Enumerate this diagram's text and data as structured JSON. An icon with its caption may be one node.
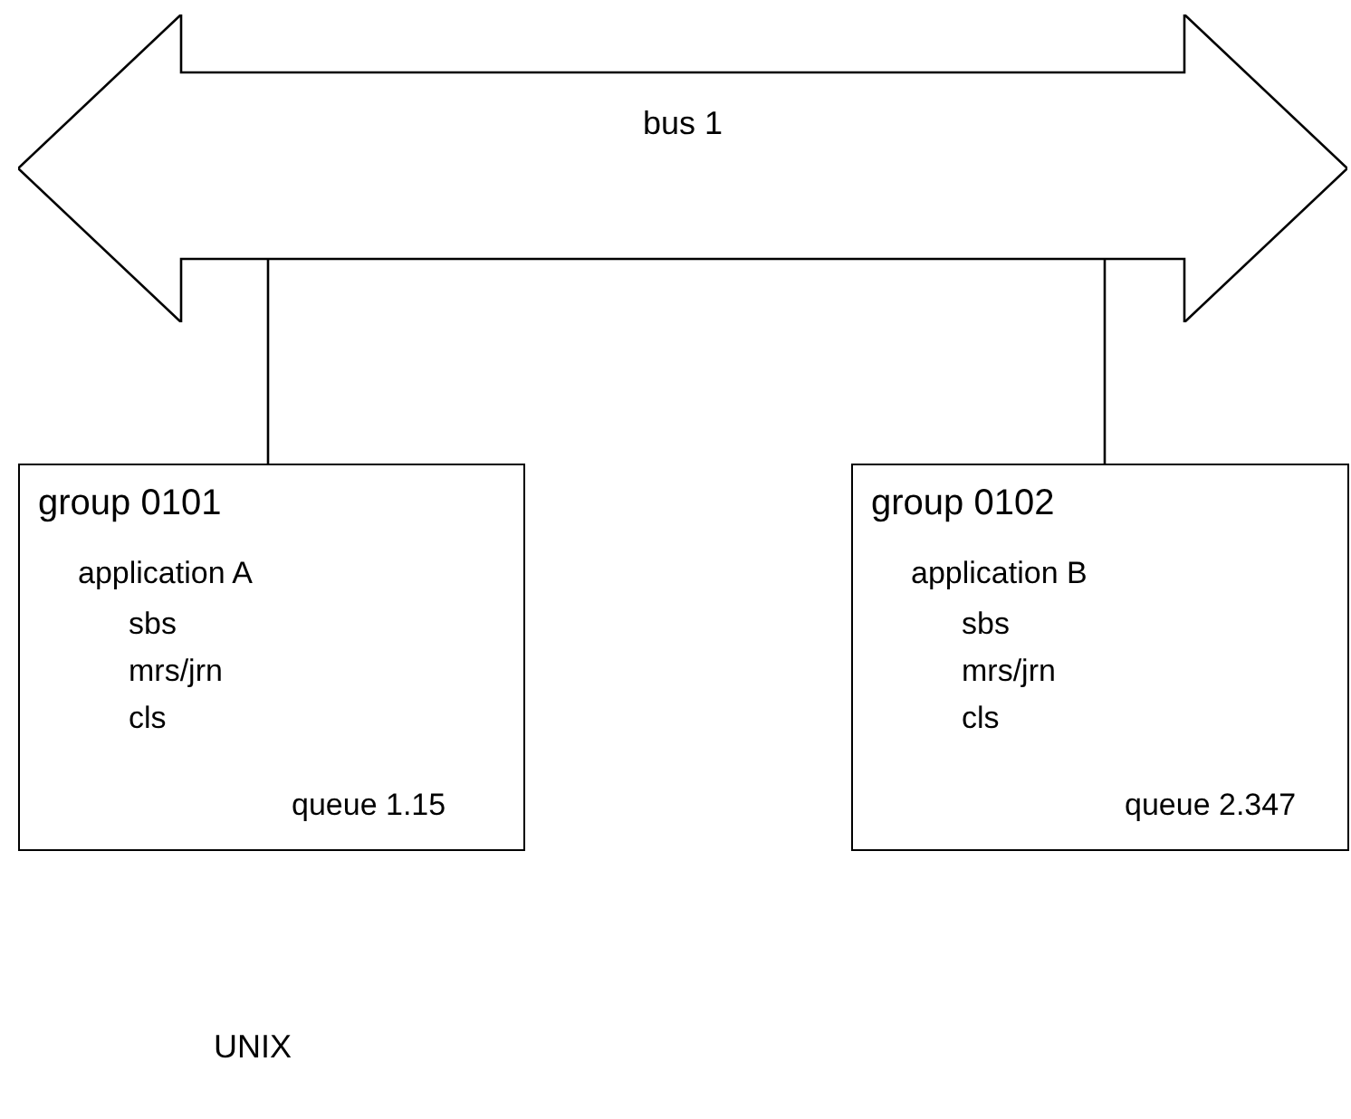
{
  "diagram": {
    "nodes": [
      {
        "text": [
          "bus 1"
        ]
      },
      {
        "text": [
          "group 0101",
          "application A",
          "sbs",
          "mrs/jrn",
          "cls",
          "queue 1.15"
        ]
      },
      {
        "text": [
          "group 0102",
          "application B",
          "sbs",
          "mrs/jrn",
          "cls",
          "queue 2.347"
        ]
      }
    ],
    "edges": [
      {
        "from": 0,
        "to": 1,
        "arrow": "none"
      },
      {
        "from": 0,
        "to": 2,
        "arrow": "none"
      }
    ],
    "labels": [
      "UNIX"
    ]
  }
}
